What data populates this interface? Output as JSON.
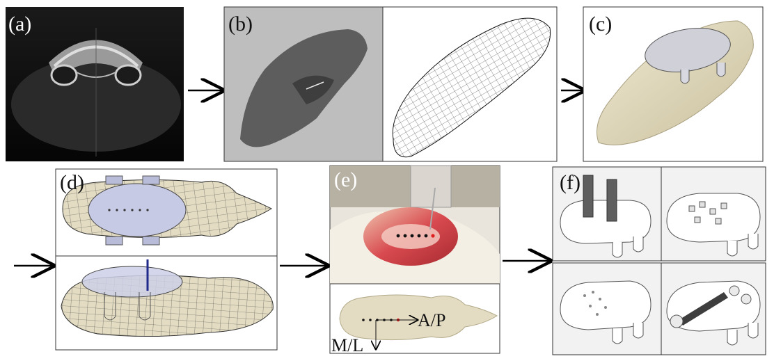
{
  "panels": {
    "a": {
      "label": "(a)"
    },
    "b": {
      "label": "(b)"
    },
    "c": {
      "label": "(c)"
    },
    "d": {
      "label": "(d)"
    },
    "e": {
      "label": "(e)"
    },
    "f": {
      "label": "(f)"
    }
  },
  "annotations": {
    "ap": "A/P",
    "ml": "M/L"
  },
  "colors": {
    "ct_background": "#0c0c0c",
    "scan_background": "#bfbfbf",
    "bone": "#e3dcc2",
    "mesh_line": "#3a3a3a",
    "implant_plate": "#c9cbe6",
    "surgery_tissue": "#d8555a",
    "marker_red": "#e02020"
  }
}
